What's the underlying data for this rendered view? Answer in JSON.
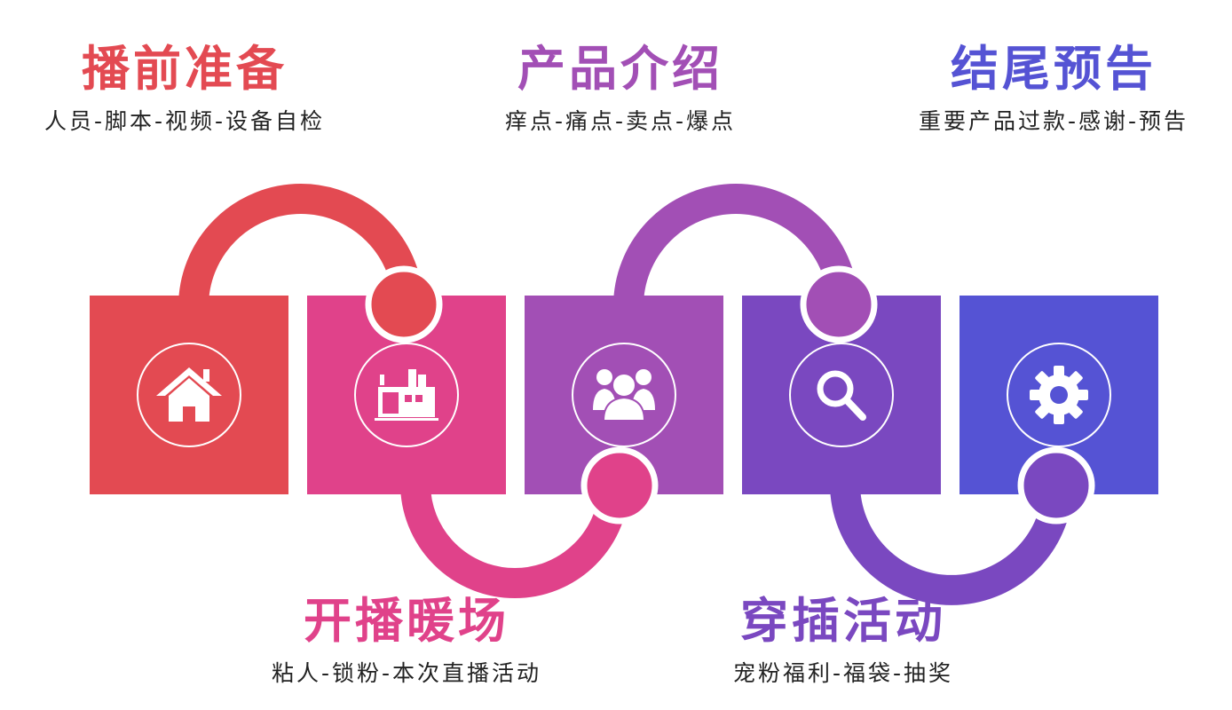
{
  "steps": [
    {
      "title": "播前准备",
      "subtitle": "人员-脚本-视频-设备自检",
      "color": "#E34A52",
      "icon": "home-icon"
    },
    {
      "title": "开播暖场",
      "subtitle": "粘人-锁粉-本次直播活动",
      "color": "#E0428A",
      "icon": "factory-icon"
    },
    {
      "title": "产品介绍",
      "subtitle": "痒点-痛点-卖点-爆点",
      "color": "#A24FB5",
      "icon": "users-icon"
    },
    {
      "title": "穿插活动",
      "subtitle": "宠粉福利-福袋-抽奖",
      "color": "#7A48C0",
      "icon": "search-icon"
    },
    {
      "title": "结尾预告",
      "subtitle": "重要产品过款-感谢-预告",
      "color": "#5553D4",
      "icon": "gear-icon"
    }
  ]
}
